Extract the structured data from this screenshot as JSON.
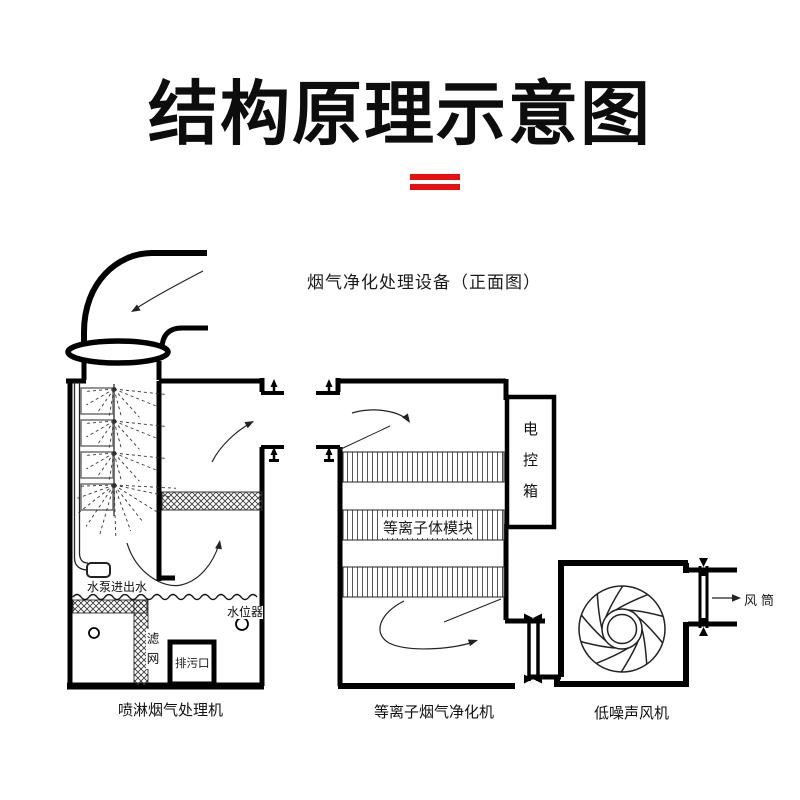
{
  "title": "结构原理示意图",
  "accent": {
    "equals_color": "#e80f0f",
    "line_color": "#000000"
  },
  "diagram": {
    "subtitle": "烟气净化处理设备（正面图）",
    "units": {
      "spray": {
        "label": "喷淋烟气处理机",
        "pump_label": "水泵进出水",
        "water_level_label": "水位器",
        "filter_label": "滤网",
        "drain_label": "排污口"
      },
      "plasma": {
        "label": "等离子烟气净化机",
        "module_label": "等离子体模块",
        "control_box_label": "电控箱"
      },
      "fan": {
        "label": "低噪声风机",
        "duct_label": "风筒"
      }
    }
  }
}
